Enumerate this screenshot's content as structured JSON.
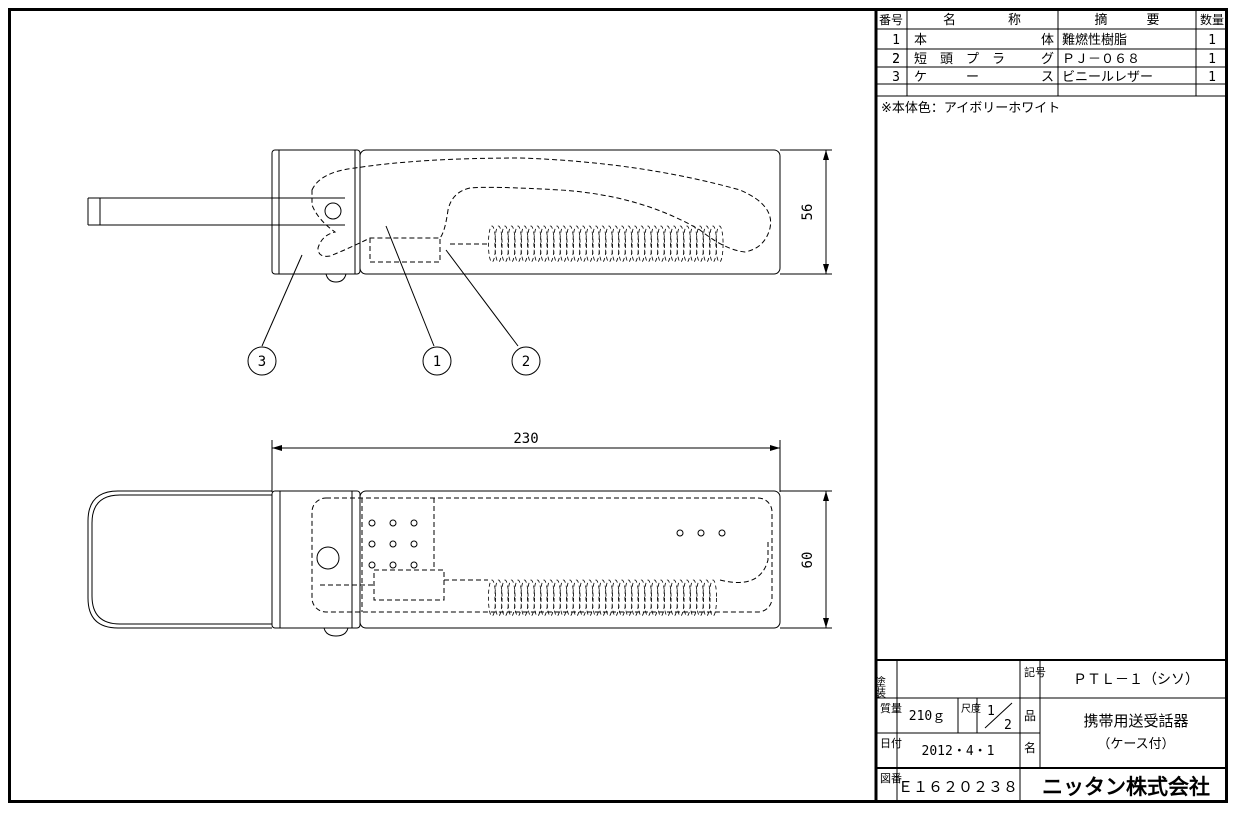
{
  "parts_table": {
    "headers": {
      "no": "番号",
      "name": "名　　　　称",
      "spec": "摘　　　要",
      "qty": "数量"
    },
    "rows": [
      {
        "no": "1",
        "name_left": "本",
        "name_right": "体",
        "spec": "難燃性樹脂",
        "qty": "1"
      },
      {
        "no": "2",
        "name_left": "短　頭　プ　ラ",
        "name_right": "グ",
        "spec": "ＰＪ－０６８",
        "qty": "1"
      },
      {
        "no": "3",
        "name_left": "ケ　　　ー",
        "name_right": "ス",
        "spec": "ビニールレザー",
        "qty": "1"
      }
    ],
    "note": "※本体色：アイボリーホワイト"
  },
  "drawing": {
    "balloons": [
      "3",
      "1",
      "2"
    ],
    "dim_height_top": "56",
    "dim_width": "230",
    "dim_height_bottom": "60"
  },
  "title_block": {
    "paint_label": "塗装",
    "paint_value": "",
    "symbol_label": "記号",
    "symbol_value": "ＰＴＬ－１（シソ）",
    "mass_label": "質量",
    "mass_value": "210ｇ",
    "scale_label": "尺度",
    "scale_num": "1",
    "scale_den": "2",
    "product_label_1": "品",
    "product_label_2": "名",
    "product_name": "携帯用送受話器",
    "product_sub": "（ケース付）",
    "date_label": "日付",
    "date_value": "2012・4・1",
    "drawing_no_label": "図番",
    "drawing_no": "Ｅ１６２０２３８",
    "company": "ニッタン株式会社"
  }
}
